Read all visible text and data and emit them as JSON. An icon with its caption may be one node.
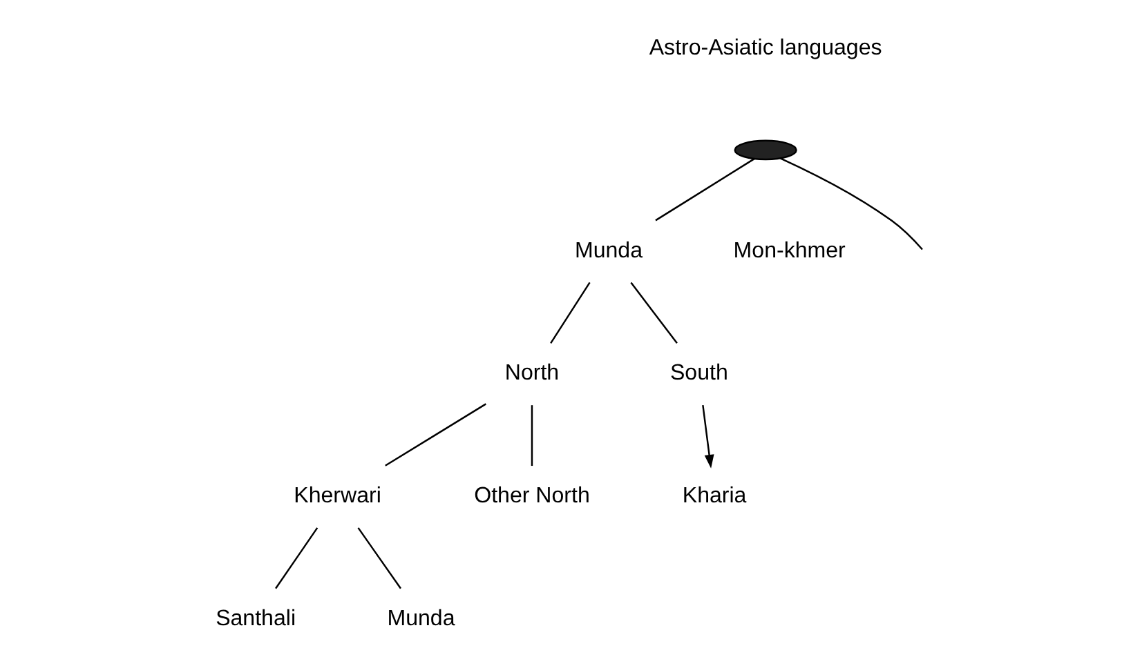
{
  "diagram": {
    "nodes": [
      {
        "text": [
          "Astro-Asiatic languages"
        ]
      },
      {
        "text": [],
        "shape": "ellipse"
      },
      {
        "text": [
          "Munda"
        ]
      },
      {
        "text": [
          "Mon-khmer"
        ]
      },
      {
        "text": [
          "North"
        ]
      },
      {
        "text": [
          "South"
        ]
      },
      {
        "text": [
          "Kherwari"
        ]
      },
      {
        "text": [
          "Other North"
        ]
      },
      {
        "text": [
          "Kharia"
        ]
      },
      {
        "text": [
          "Santhali"
        ]
      },
      {
        "text": [
          "Munda"
        ]
      }
    ],
    "edges": [
      {
        "from": 1,
        "to": 2,
        "arrow": "none"
      },
      {
        "from": 1,
        "to": null,
        "arrow": "none"
      },
      {
        "from": 2,
        "to": 4,
        "arrow": "none"
      },
      {
        "from": 2,
        "to": 5,
        "arrow": "none"
      },
      {
        "from": 4,
        "to": 6,
        "arrow": "none"
      },
      {
        "from": 4,
        "to": 7,
        "arrow": "none"
      },
      {
        "from": 5,
        "to": 8,
        "arrow": "to"
      },
      {
        "from": 6,
        "to": 9,
        "arrow": "none"
      },
      {
        "from": 6,
        "to": 10,
        "arrow": "none"
      }
    ]
  }
}
